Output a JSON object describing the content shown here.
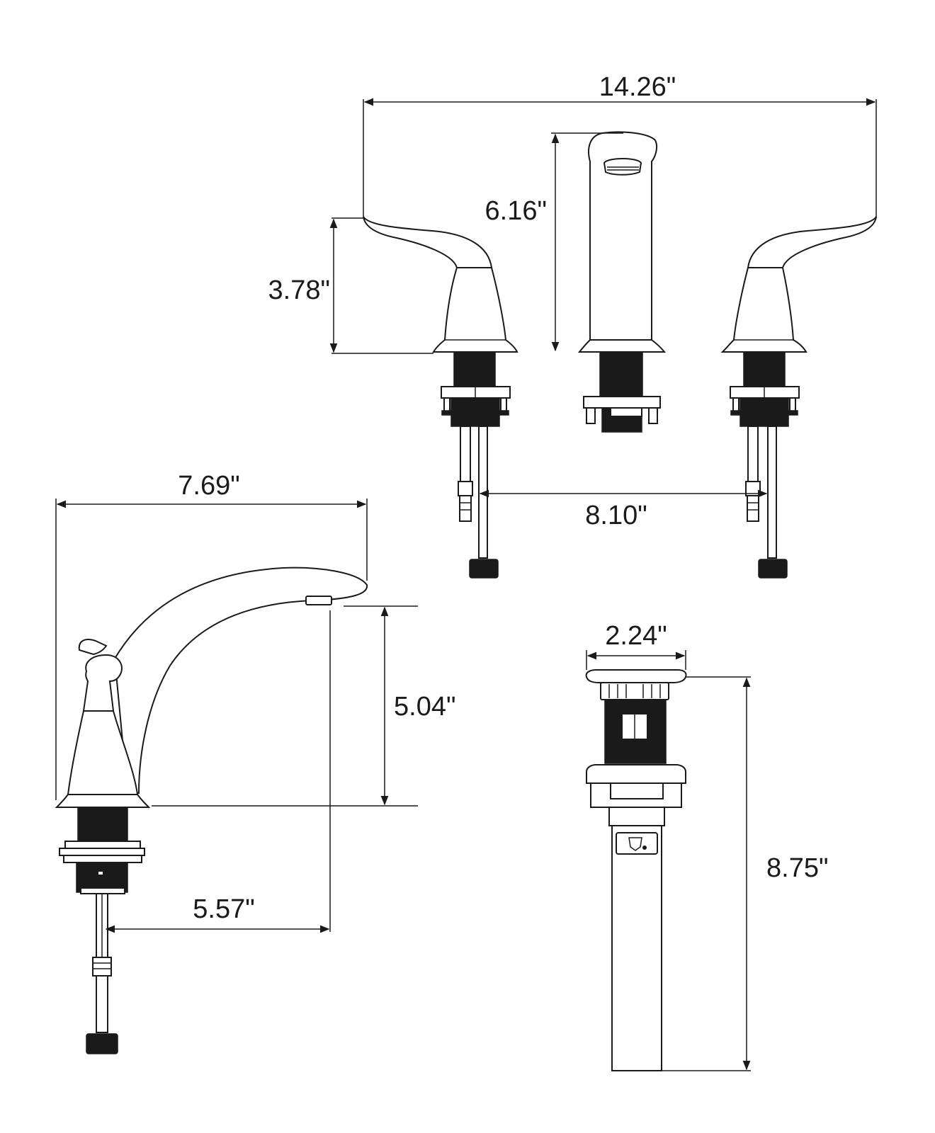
{
  "dimensions": {
    "overall_width": "14.26\"",
    "spout_height": "6.16\"",
    "handle_height": "3.78\"",
    "center_spread": "8.10\"",
    "side_width": "7.69\"",
    "spout_clearance": "5.04\"",
    "spout_reach": "5.57\"",
    "drain_diameter": "2.24\"",
    "drain_length": "8.75\""
  }
}
